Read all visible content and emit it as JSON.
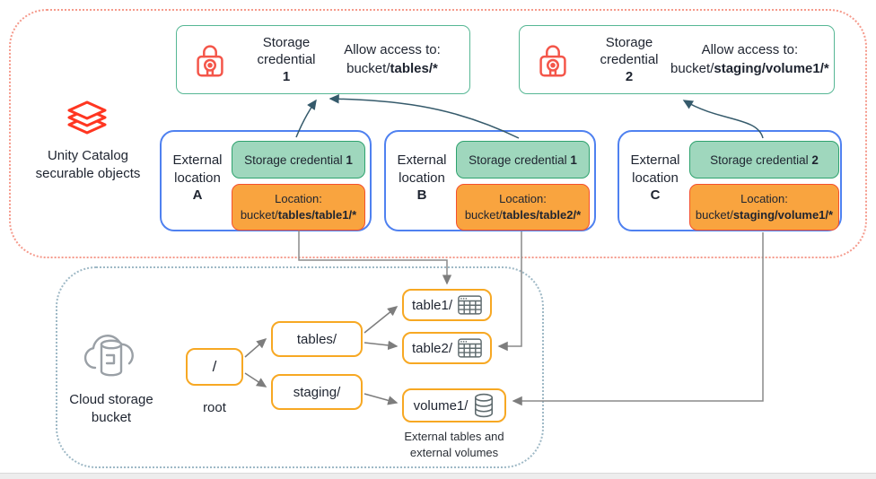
{
  "header": {
    "uc_label_line1": "Unity Catalog",
    "uc_label_line2": "securable objects"
  },
  "credentials": [
    {
      "name1": "Storage",
      "name2": "credential",
      "number": "1",
      "allow": "Allow access to:",
      "path_prefix": "bucket/",
      "path_bold": "tables/*"
    },
    {
      "name1": "Storage",
      "name2": "credential",
      "number": "2",
      "allow": "Allow access to:",
      "path_prefix": "bucket/",
      "path_bold": "staging/volume1/*"
    }
  ],
  "locations": [
    {
      "word1": "External",
      "word2": "location",
      "letter": "A",
      "cred_label": "Storage credential",
      "cred_number": "1",
      "loc_label": "Location:",
      "loc_prefix": "bucket/",
      "loc_bold": "tables/table1/*"
    },
    {
      "word1": "External",
      "word2": "location",
      "letter": "B",
      "cred_label": "Storage credential",
      "cred_number": "1",
      "loc_label": "Location:",
      "loc_prefix": "bucket/",
      "loc_bold": "tables/table2/*"
    },
    {
      "word1": "External",
      "word2": "location",
      "letter": "C",
      "cred_label": "Storage credential",
      "cred_number": "2",
      "loc_label": "Location:",
      "loc_prefix": "bucket/",
      "loc_bold": "staging/volume1/*"
    }
  ],
  "bucket": {
    "label_line1": "Cloud storage",
    "label_line2": "bucket",
    "root_text": "/",
    "root_label": "root",
    "folders": [
      {
        "label": "tables/"
      },
      {
        "label": "staging/"
      }
    ],
    "leaves": [
      {
        "label": "table1/"
      },
      {
        "label": "table2/"
      },
      {
        "label": "volume1/"
      }
    ],
    "caption_line1": "External tables and",
    "caption_line2": "external volumes"
  },
  "colors": {
    "coral_icon": "#f4564a",
    "databricks_red": "#ff3621",
    "credential_border_green": "#56b794",
    "chip_green_bg": "#9fd7bd",
    "chip_green_border": "#2ea26e",
    "chip_orange_bg": "#f9a43f",
    "chip_orange_border": "#f4502e",
    "location_border_blue": "#4f81f0",
    "amber_border": "#f7a823",
    "top_container_dotted": "#f59a8c",
    "bottom_container_dotted": "#9fb9c6",
    "arrow_gray": "#7d7d7d",
    "arrow_dark": "#355a6b"
  }
}
